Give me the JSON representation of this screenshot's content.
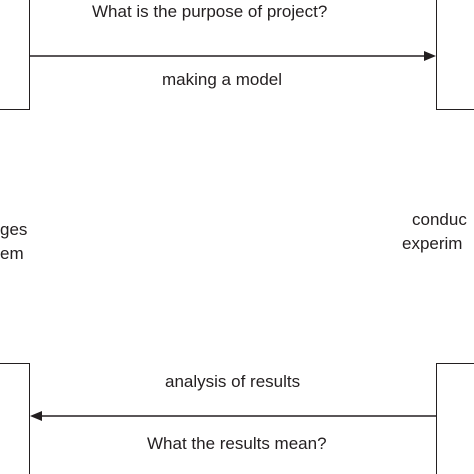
{
  "diagram": {
    "top_arrow": {
      "question": "What is the purpose of project?",
      "activity": "making a model"
    },
    "bottom_arrow": {
      "activity": "analysis of results",
      "question": "What the results mean?"
    },
    "left_side": {
      "line1": "ges",
      "line2": "em"
    },
    "right_side": {
      "line1": "conduc",
      "line2": "experim"
    }
  }
}
